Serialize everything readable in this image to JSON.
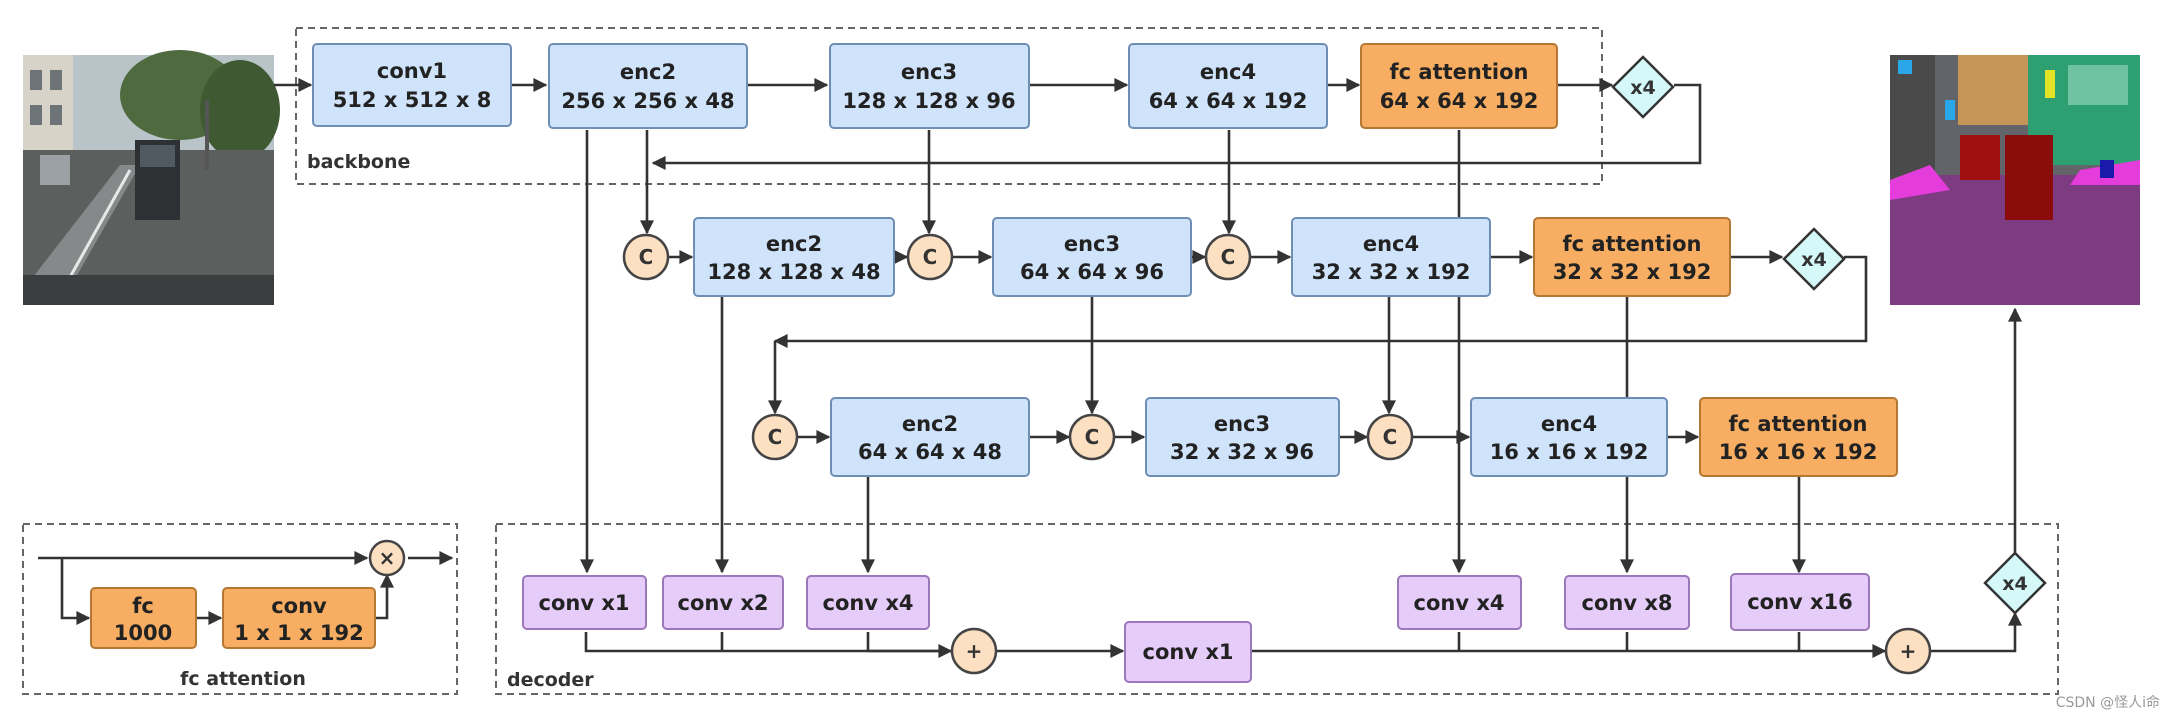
{
  "colors": {
    "blue_fill": "#cfe3fb",
    "blue_stroke": "#6f8eb5",
    "orange_fill": "#f8ae62",
    "orange_stroke": "#b57833",
    "purple_fill": "#e6cdf9",
    "purple_stroke": "#9a78ba",
    "op_fill": "#fde0c2",
    "op_stroke": "#444444",
    "mult_fill": "#d5f8f8",
    "mult_stroke": "#333333",
    "edge": "#333333",
    "group_border": "#666666"
  },
  "groups": {
    "backbone": "backbone",
    "decoder": "decoder",
    "fc_attention": "fc attention"
  },
  "images": {
    "input_icon": "street-scene-photo",
    "output_icon": "segmentation-map"
  },
  "row1": {
    "conv1": {
      "title": "conv1",
      "size": "512 x 512 x 8"
    },
    "enc2": {
      "title": "enc2",
      "size": "256 x 256 x 48"
    },
    "enc3": {
      "title": "enc3",
      "size": "128 x 128 x 96"
    },
    "enc4": {
      "title": "enc4",
      "size": "64 x 64 x 192"
    },
    "fca": {
      "title": "fc attention",
      "size": "64 x 64 x 192"
    },
    "mult": "x4"
  },
  "row2": {
    "c1": "C",
    "c2": "C",
    "c3": "C",
    "enc2": {
      "title": "enc2",
      "size": "128 x 128 x 48"
    },
    "enc3": {
      "title": "enc3",
      "size": "64 x 64 x 96"
    },
    "enc4": {
      "title": "enc4",
      "size": "32 x 32 x 192"
    },
    "fca": {
      "title": "fc attention",
      "size": "32 x 32 x 192"
    },
    "mult": "x4"
  },
  "row3": {
    "c1": "C",
    "c2": "C",
    "c3": "C",
    "enc2": {
      "title": "enc2",
      "size": "64 x 64 x 48"
    },
    "enc3": {
      "title": "enc3",
      "size": "32 x 32 x 96"
    },
    "enc4": {
      "title": "enc4",
      "size": "16 x 16 x 192"
    },
    "fca": {
      "title": "fc attention",
      "size": "16 x 16 x 192"
    }
  },
  "decoder": {
    "conv_x1_a": "conv x1",
    "conv_x2": "conv x2",
    "conv_x4_a": "conv x4",
    "plus_1": "+",
    "conv_x1_b": "conv x1",
    "conv_x4_b": "conv x4",
    "conv_x8": "conv x8",
    "conv_x16": "conv x16",
    "plus_2": "+",
    "mult": "x4"
  },
  "fc_block": {
    "fc": {
      "title": "fc",
      "size": "1000"
    },
    "conv": {
      "title": "conv",
      "size": "1 x 1 x 192"
    },
    "times": "×"
  },
  "watermark": "CSDN @怪人i命"
}
